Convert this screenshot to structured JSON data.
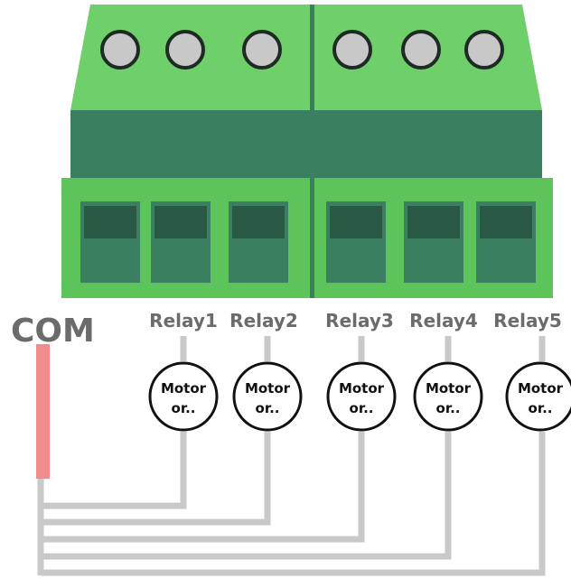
{
  "labels": {
    "com": "COM",
    "relays": [
      "Relay1",
      "Relay2",
      "Relay3",
      "Relay4",
      "Relay5"
    ],
    "motor_line1": "Motor",
    "motor_line2": "or.."
  },
  "icons": {
    "screw_hole": "circle",
    "terminal_block": "connector-block"
  },
  "colors": {
    "block_light": "#6fcf6a",
    "block_mid": "#5cc45a",
    "block_dark": "#3a7f5f",
    "slot_dark": "#2a5a45",
    "hole_fill": "#c8c8c8",
    "wire": "#c9c9c9",
    "com_wire": "#f28b8b",
    "label_text": "#6b6b6b",
    "motor_text": "#111111"
  }
}
